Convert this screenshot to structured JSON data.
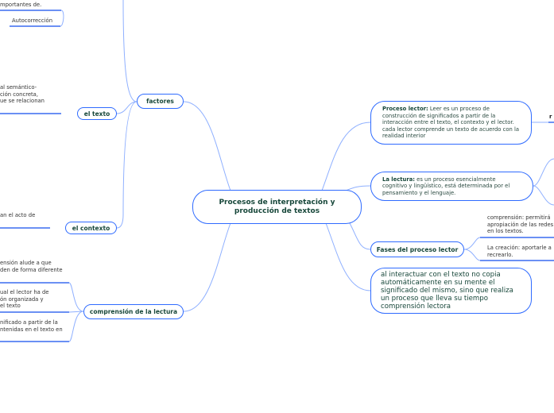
{
  "colors": {
    "link": "#8fb0ff",
    "border": "#2f6bff",
    "underline": "#3a6cf0",
    "text": "#17473a"
  },
  "central": {
    "title": "Procesos de interpretación y producción de textos"
  },
  "left": {
    "factores": "factores",
    "el_texto": "el texto",
    "el_contexto": "el contexto",
    "comprension": "comprensión de la lectura",
    "fragments": {
      "top": "mportantes de.",
      "autocorreccion": "Autocorrección",
      "texto_lines": [
        "al semántico-",
        "ción concreta,",
        "ue se relacionan"
      ],
      "contexto_line": "an el acto de",
      "comp1": [
        "ensión alude a que",
        "den de forma diferente"
      ],
      "comp2": [
        "ual el lector ha de",
        "ón organizada y",
        "el texto"
      ],
      "comp3": [
        "nificado a partir de la",
        "ntenidas en el texto en"
      ]
    }
  },
  "right": {
    "proceso_lector": {
      "label": "Proceso lector:",
      "text": " Leer es un proceso de construcción de significados a partir de la interacción entre el texto, el contexto y el lector. cada lector comprende un texto de acuerdo con la realidad interior"
    },
    "la_lectura": {
      "label": "La lectura:",
      "text": " es un proceso esencialmente cognitivo y lingüístico, está determinada por el pensamiento y el lenguaje."
    },
    "fases": "Fases del proceso lector",
    "interactuar": " al interactuar con el texto no copia automáticamente en su mente el significado del mismo, sino que realiza un proceso que lleva su tiempo comprensión lectora",
    "fragments": {
      "r": "r",
      "comprension": [
        "comprensión: permitirá",
        "apropiación de las redes",
        "en los textos."
      ],
      "creacion": [
        "La creación: aportarle a",
        "recrearlo."
      ]
    }
  }
}
